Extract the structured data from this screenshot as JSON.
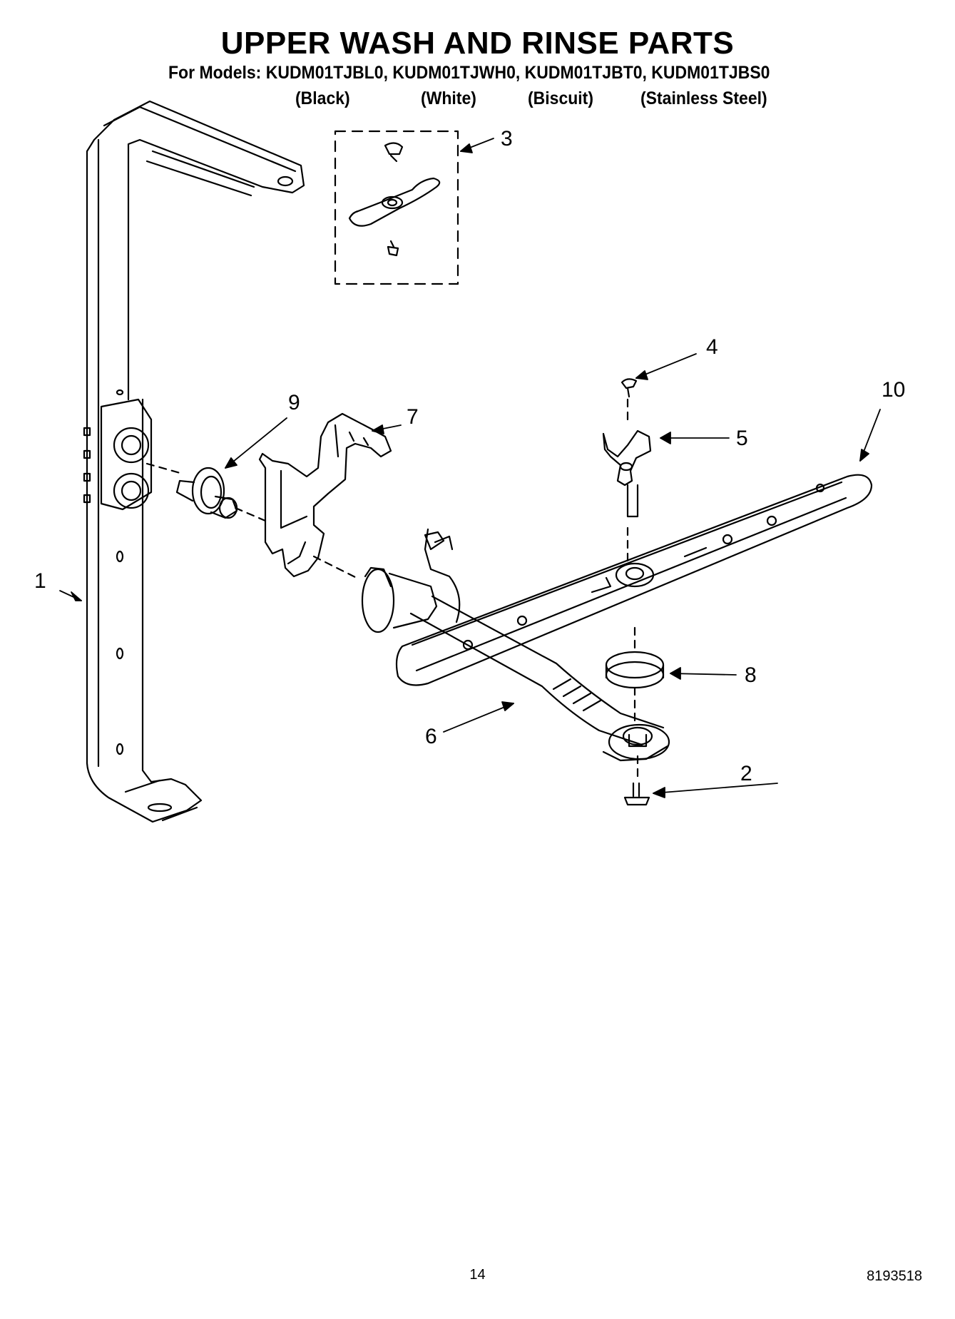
{
  "header": {
    "title": "UPPER WASH AND RINSE PARTS",
    "models_line": "For Models: KUDM01TJBL0, KUDM01TJWH0, KUDM01TJBT0, KUDM01TJBS0",
    "colors": [
      "(Black)",
      "(White)",
      "(Biscuit)",
      "(Stainless Steel)"
    ]
  },
  "callouts": {
    "c1": "1",
    "c2": "2",
    "c3": "3",
    "c4": "4",
    "c5": "5",
    "c6": "6",
    "c7": "7",
    "c8": "8",
    "c9": "9",
    "c10": "10"
  },
  "footer": {
    "page_number": "14",
    "document_number": "8193518"
  }
}
